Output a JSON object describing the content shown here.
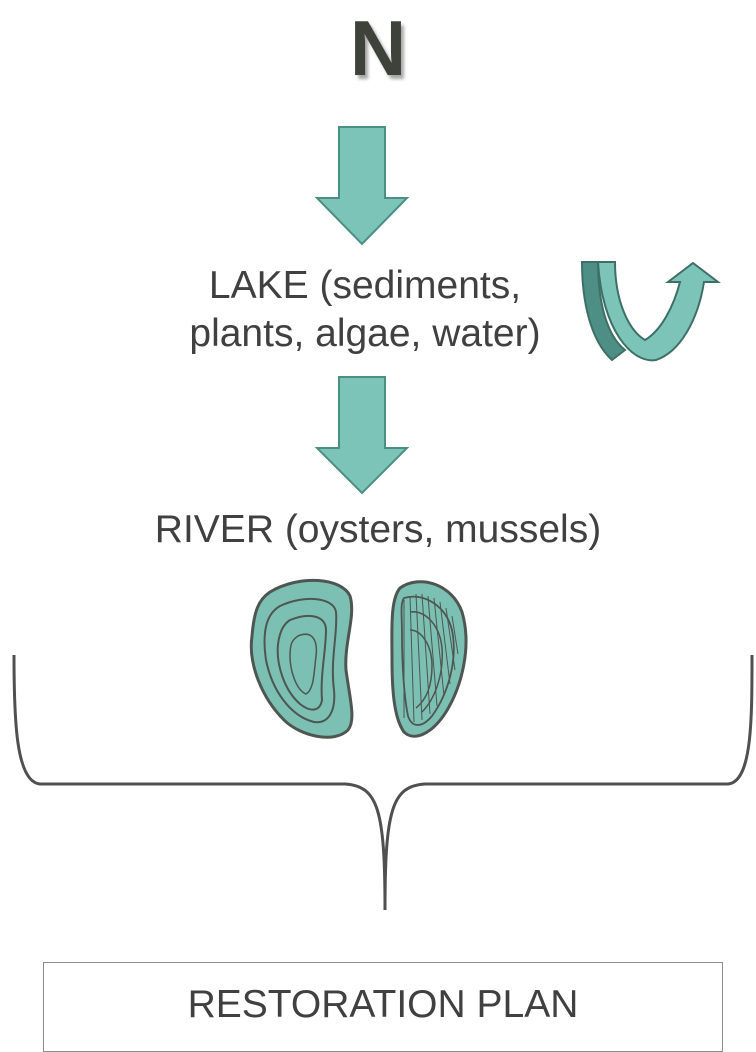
{
  "diagram": {
    "top_label": "N",
    "lake_label_line1": "LAKE (sediments,",
    "lake_label_line2": "plants, algae, water)",
    "river_label": "RIVER (oysters, mussels)",
    "bottom_box_label": "RESTORATION PLAN"
  },
  "icons": {
    "down_arrow": "down-arrow-icon",
    "recycle_arrow": "u-turn-arrow-icon",
    "oyster": "oyster-shell-icon",
    "mussel": "mussel-shell-icon",
    "brace": "curly-brace"
  },
  "colors": {
    "arrow_fill": "#7cc4b8",
    "arrow_stroke": "#4a8f84",
    "arrow_dark": "#4d8f84",
    "text": "#404040",
    "shell_fill": "#7cc0b4",
    "shell_stroke": "#4d5650",
    "brace": "#505050"
  }
}
